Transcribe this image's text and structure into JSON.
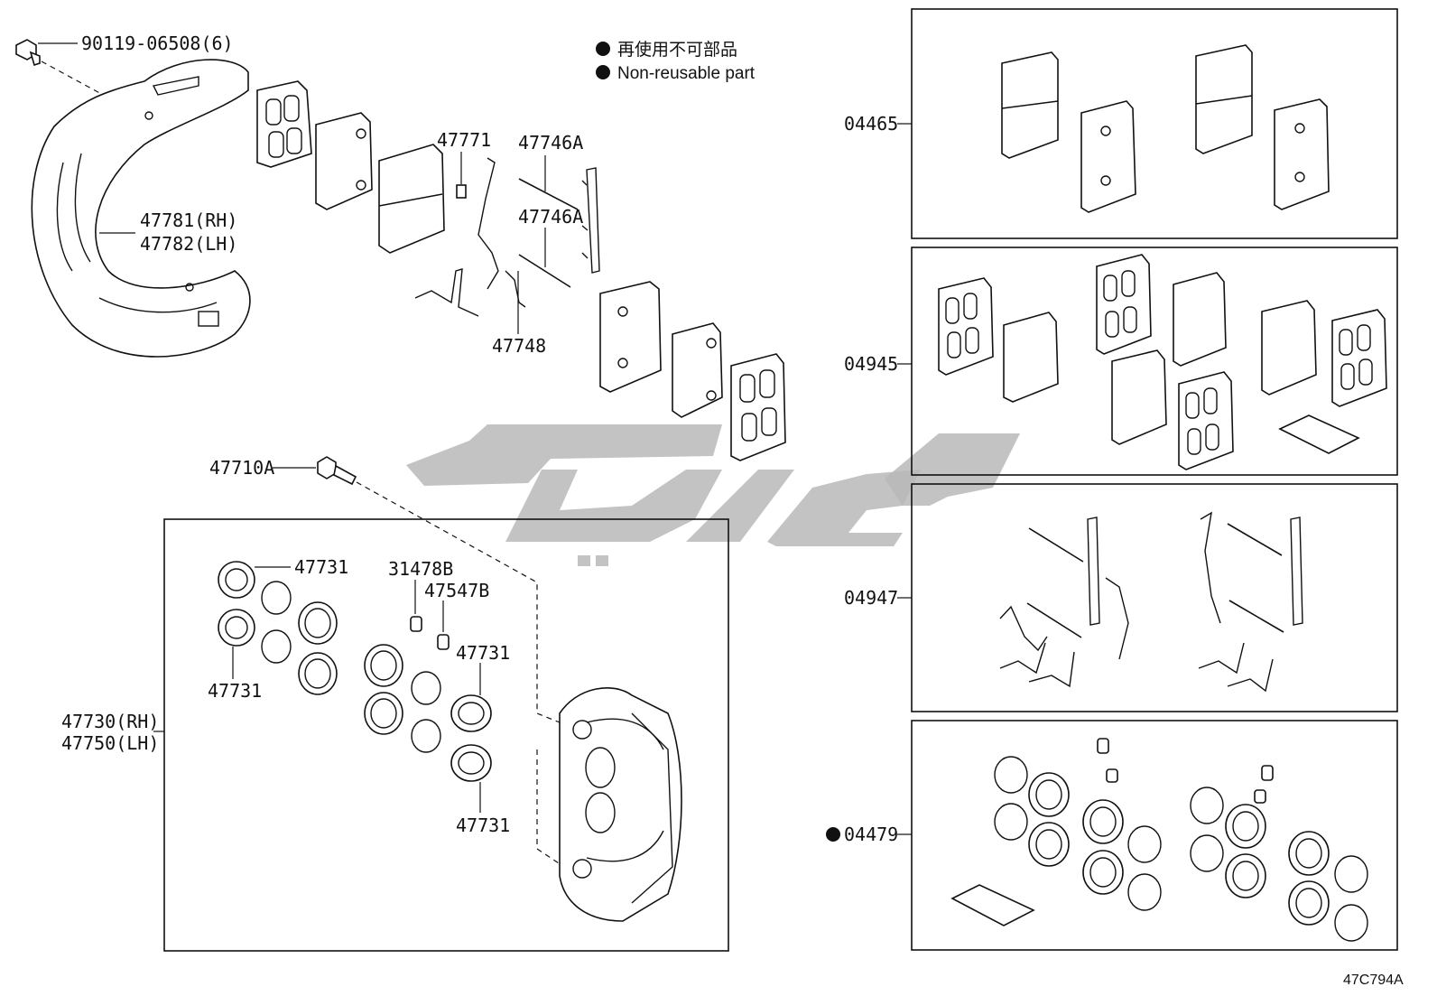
{
  "legend": {
    "japanese": "再使用不可部品",
    "english": "Non-reusable part"
  },
  "labels": {
    "bolt_shield": "90119-06508(6)",
    "shield_rh": "47781(RH)",
    "shield_lh": "47782(LH)",
    "clip_47771": "47771",
    "pin_a_top": "47746A",
    "pin_a_bottom": "47746A",
    "spring_47748": "47748",
    "bolt_caliper": "47710A",
    "piston_top_left": "47731",
    "piston_bottom_left": "47731",
    "bleeder_cap": "31478B",
    "bleeder_plug": "47547B",
    "piston_mid_right": "47731",
    "piston_bottom_right": "47731",
    "caliper_rh": "47730(RH)",
    "caliper_lh": "47750(LH)",
    "kit_04465": "04465",
    "kit_04945": "04945",
    "kit_04947": "04947",
    "kit_04479": "04479",
    "drawing_code": "47C794A"
  },
  "markers": {
    "non_reusable_kits": [
      "04479"
    ]
  },
  "colors": {
    "line": "#111111",
    "watermark": "#b9b9b9"
  },
  "icons": [
    "bullet-dot-icon",
    "watermark-logo"
  ]
}
